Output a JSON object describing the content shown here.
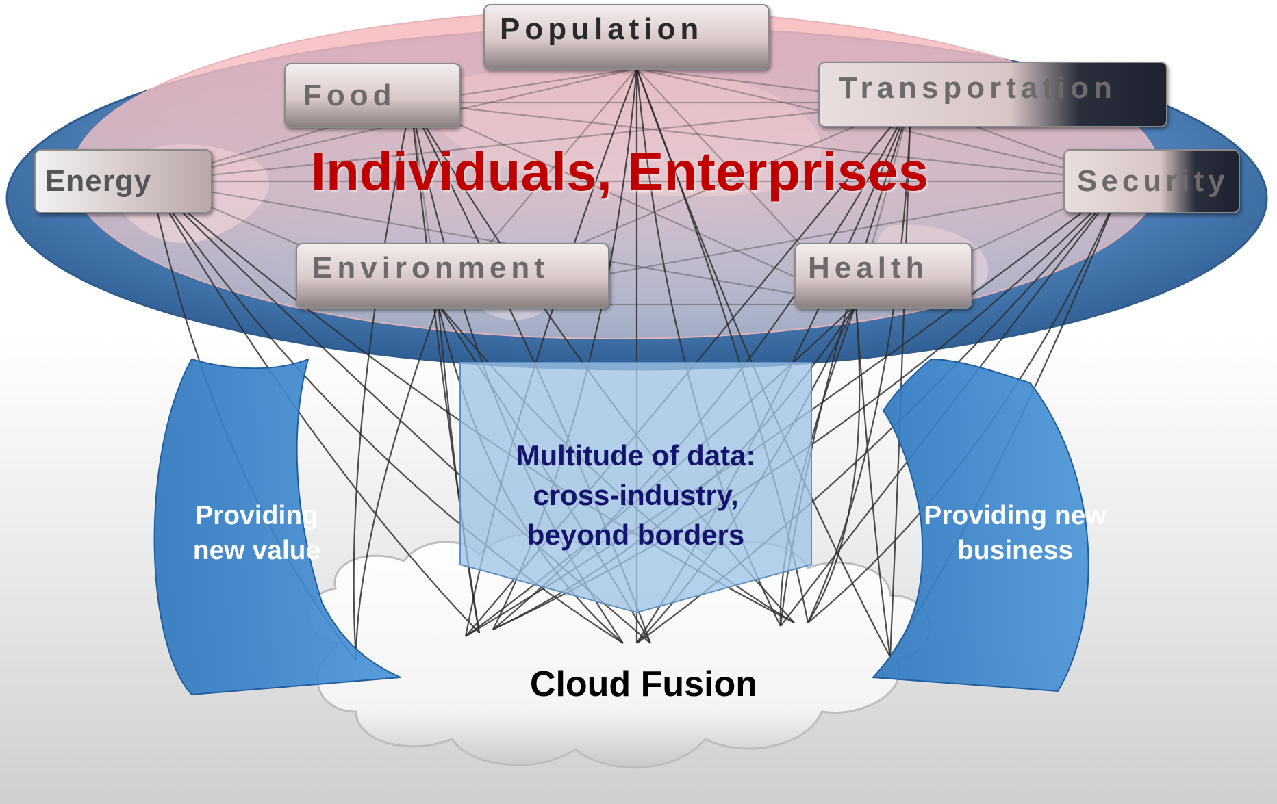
{
  "headline": "Individuals, Enterprises",
  "domains": [
    {
      "id": "population",
      "label": "Population"
    },
    {
      "id": "food",
      "label": "Food"
    },
    {
      "id": "transportation",
      "label": "Transportation"
    },
    {
      "id": "energy",
      "label": "Energy"
    },
    {
      "id": "security",
      "label": "Security"
    },
    {
      "id": "environment",
      "label": "Environment"
    },
    {
      "id": "health",
      "label": "Health"
    }
  ],
  "center_box": {
    "lines": [
      "Multitude of data:",
      "cross-industry,",
      "beyond borders"
    ]
  },
  "left_arrow": {
    "lines": [
      "Providing",
      "new value"
    ]
  },
  "right_arrow": {
    "lines": [
      "Providing new",
      "business"
    ]
  },
  "cloud_label": "Cloud Fusion",
  "colors": {
    "headline": "#c00000",
    "center_text": "#14146e",
    "arrow_fill": "#3a85cc",
    "globe": "#4f82b8",
    "ellipse_overlay": "#f2a6aa"
  }
}
